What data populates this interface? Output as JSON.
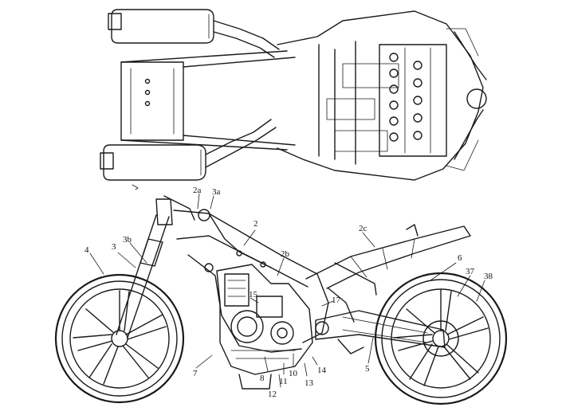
{
  "figure": {
    "background": "#ffffff",
    "line_color": "#1a1a1a",
    "label_color": "#111111"
  },
  "labels": {
    "l_2a": "2a",
    "l_3a": "3a",
    "l_2": "2",
    "l_2c": "2c",
    "l_3b": "3b",
    "l_3": "3",
    "l_4": "4",
    "l_2b": "2b",
    "l_6": "6",
    "l_37": "37",
    "l_38": "38",
    "l_15": "15",
    "l_17": "17",
    "l_7": "7",
    "l_8": "8",
    "l_11": "11",
    "l_10": "10",
    "l_13": "13",
    "l_14": "14",
    "l_12": "12",
    "l_5": "5"
  }
}
